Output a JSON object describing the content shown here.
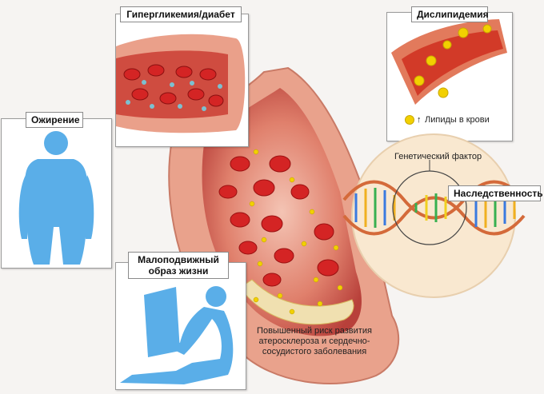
{
  "labels": {
    "hyperglycemia": "Гипергликемия/диабет",
    "dyslipidemia": "Дислипидемия",
    "obesity": "Ожирение",
    "sedentary_line1": "Малоподвижный",
    "sedentary_line2": "образ жизни",
    "heredity": "Наследственность",
    "genetic_factor": "Генетический фактор",
    "lipids_arrow": "↑",
    "lipids_text": "Липиды в крови",
    "risk_line1": "Повышенный риск развития",
    "risk_line2": "атеросклероза и сердечно-",
    "risk_line3": "сосудистого заболевания"
  },
  "colors": {
    "silhouette": "#5aaee8",
    "vessel_wall": "#e89078",
    "vessel_inner": "#c8433a",
    "blood_cell": "#d42424",
    "lipid": "#f2d000",
    "glucose": "#7cc0d0"
  }
}
